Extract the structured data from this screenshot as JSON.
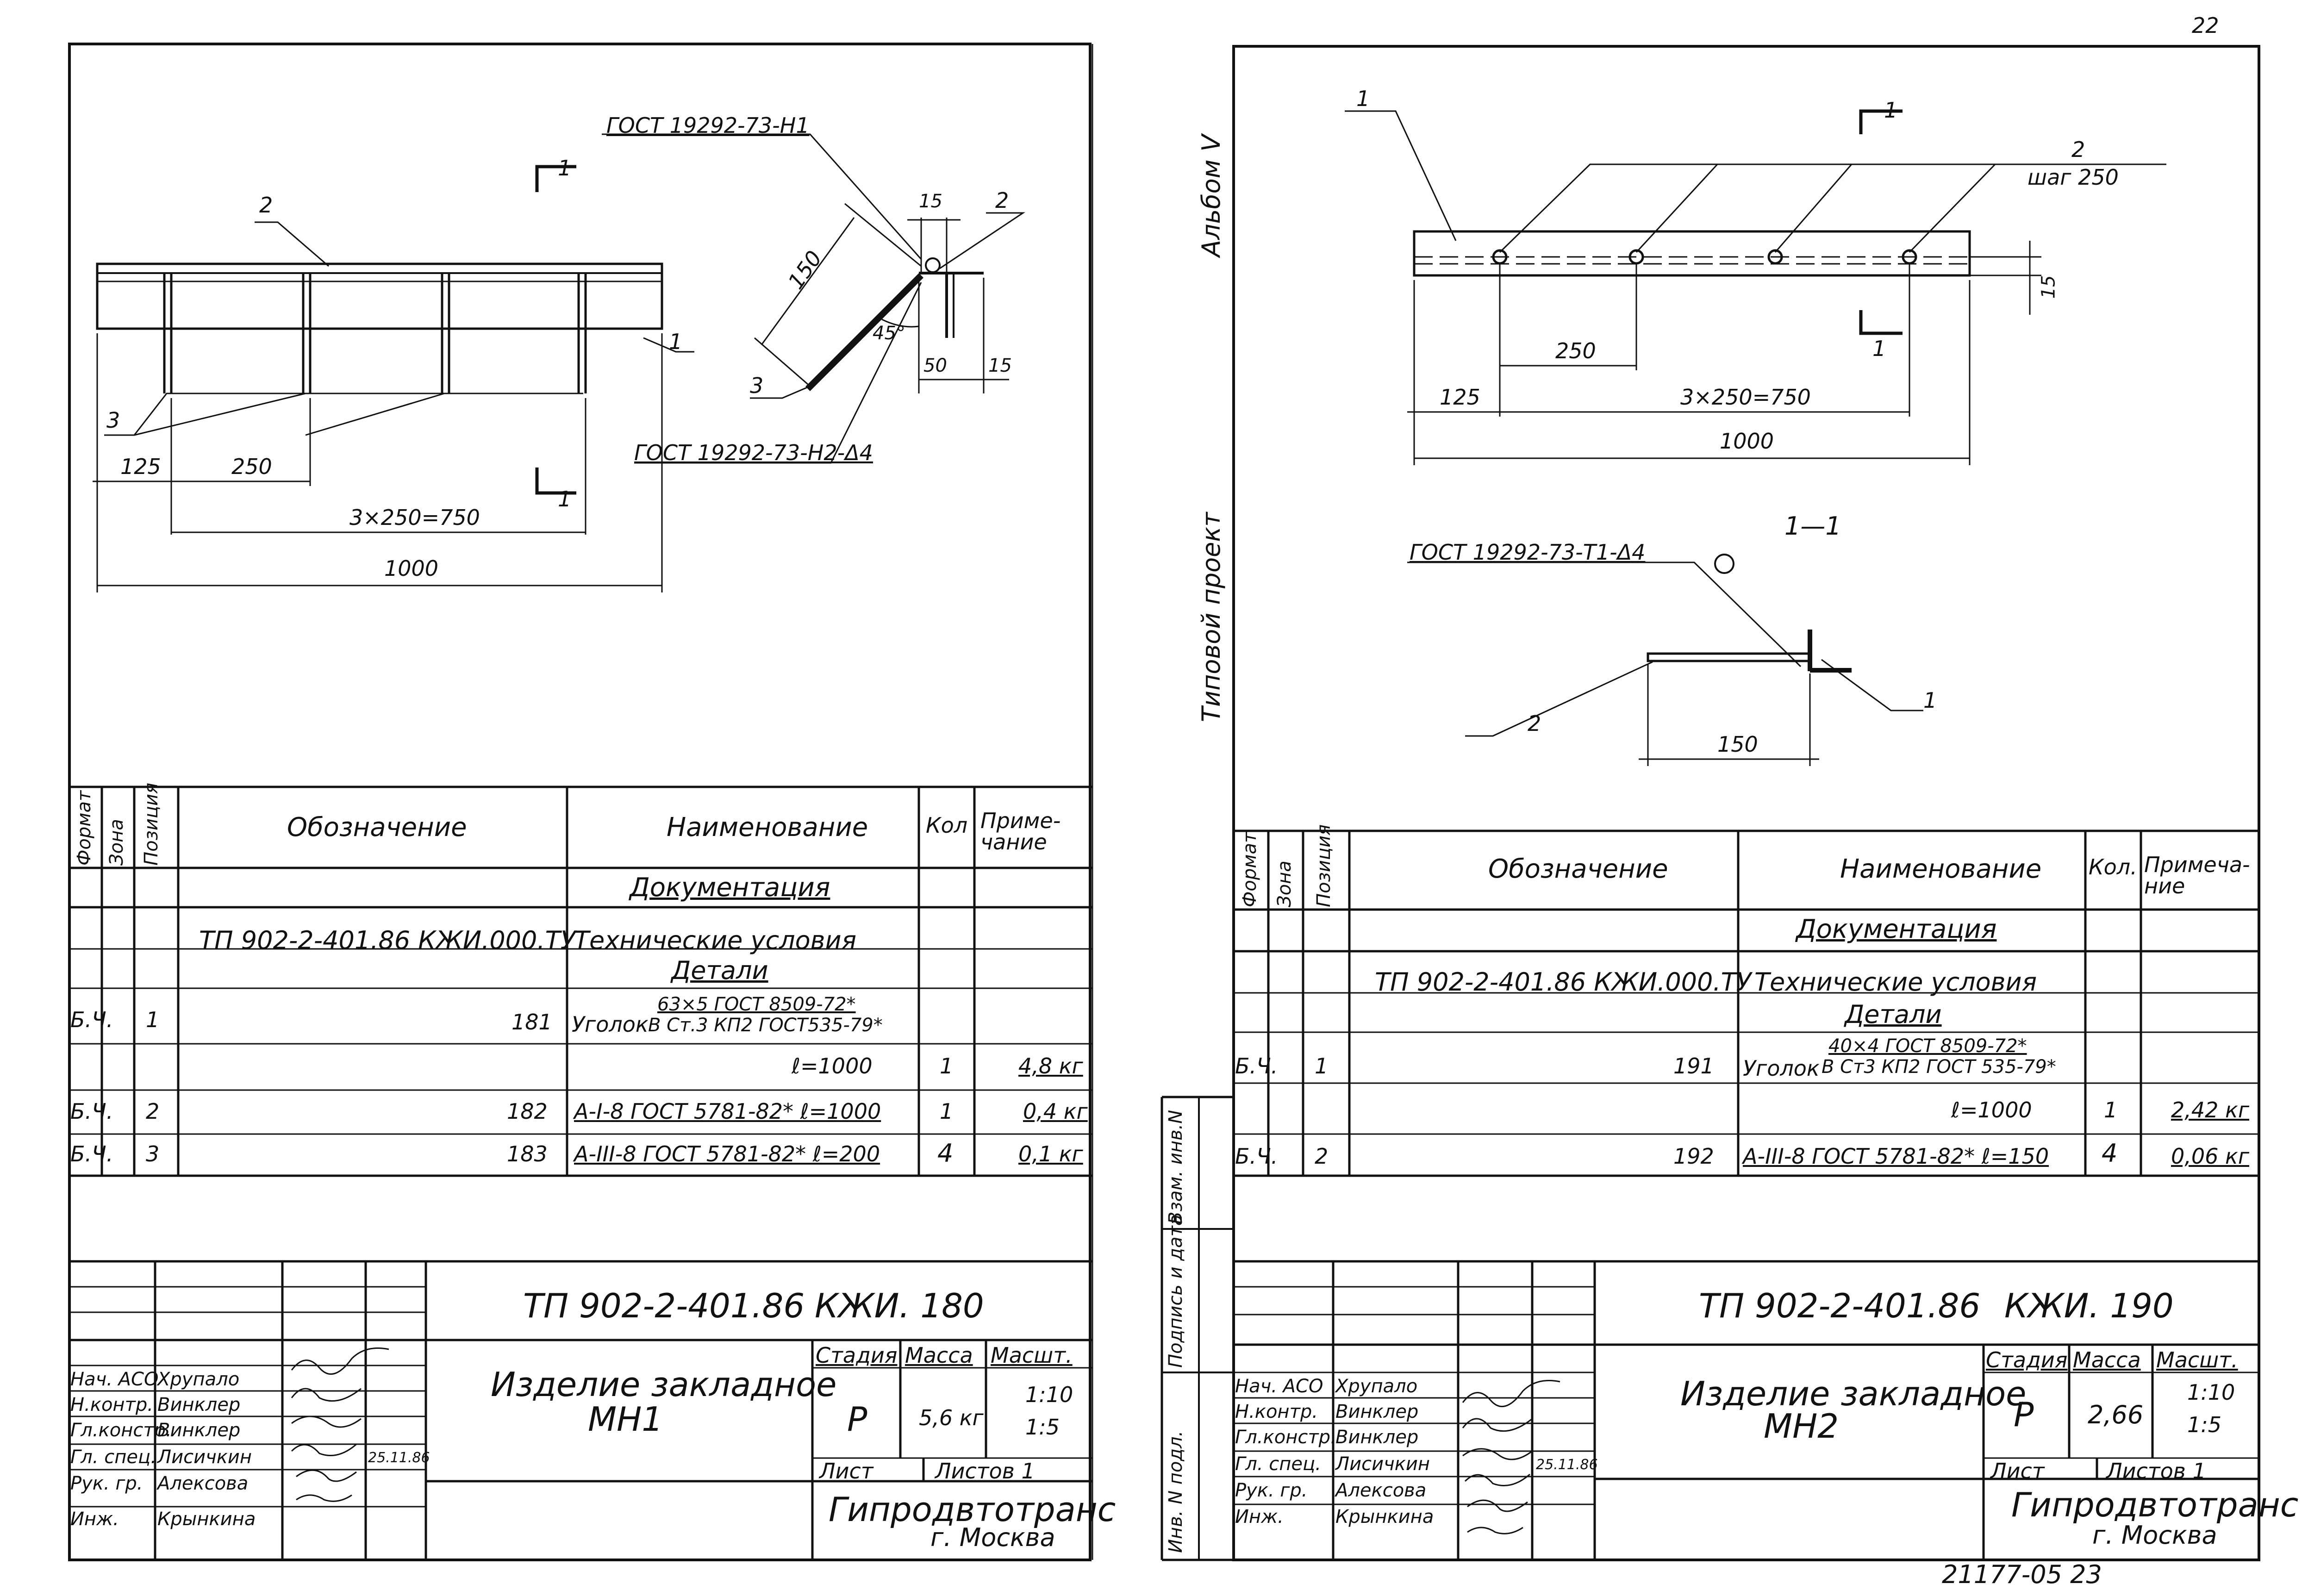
{
  "page_number": "22",
  "footer_code": "21177-05 23",
  "album_label": "Альбом V",
  "project_label": "Типовой проект",
  "left": {
    "section_marker": "1",
    "gost_top": "ГОСТ 19292-73-Н1",
    "gost_bottom": "ГОСТ 19292-73-Н2-Δ4",
    "callouts": {
      "p1": "1",
      "p2": "2",
      "p3": "3",
      "p2b": "2"
    },
    "dims": {
      "d125": "125",
      "d250": "250",
      "d3x250": "3×250=750",
      "d1000": "1000",
      "d150": "150",
      "d15a": "15",
      "d45": "45°",
      "d50": "50",
      "d15b": "15"
    },
    "table": {
      "headers": {
        "format": "Формат",
        "zone": "Зона",
        "pos": "Позиция",
        "designation": "Обозначение",
        "name": "Наименование",
        "qty": "Кол",
        "note": "Приме-чание"
      },
      "sec_docs": "Документация",
      "tu_code": "ТП 902-2-401.86 КЖИ.000.ТУ",
      "tu_name": "Технические условия",
      "sec_parts": "Детали",
      "rows": [
        {
          "format": "Б.Ч.",
          "pos": "1",
          "designation": "181",
          "name": "Уголок",
          "spec_top": "63×5 ГОСТ 8509-72*",
          "spec_bottom": "В Ст.3 КП2 ГОСТ535-79*",
          "len": "ℓ=1000",
          "qty": "1",
          "note": "4,8 кг"
        },
        {
          "format": "Б.Ч.",
          "pos": "2",
          "designation": "182",
          "name": "А-I-8 ГОСТ 5781-82* ℓ=1000",
          "qty": "1",
          "note": "0,4 кг"
        },
        {
          "format": "Б.Ч.",
          "pos": "3",
          "designation": "183",
          "name": "А-III-8 ГОСТ 5781-82* ℓ=200",
          "qty": "4",
          "note": "0,1 кг"
        }
      ]
    },
    "stamp": {
      "code": "ТП 902-2-401.86",
      "mark": "КЖИ. 180",
      "title": "Изделие закладное",
      "title2": "МН1",
      "stage_label": "Стадия",
      "mass_label": "Масса",
      "scale_label": "Масшт.",
      "stage": "Р",
      "mass": "5,6 кг",
      "scale1": "1:10",
      "scale2": "1:5",
      "sheet_label": "Лист",
      "sheets_label": "Листов 1",
      "org": "Гипродвтотранс",
      "city": "г. Москва",
      "people": [
        {
          "role": "Нач. АСО",
          "name": "Хрупало"
        },
        {
          "role": "Н.контр.",
          "name": "Винклер"
        },
        {
          "role": "Гл.констр.",
          "name": "Винклер"
        },
        {
          "role": "Гл. спец.",
          "name": "Лисичкин"
        },
        {
          "role": "Рук. гр.",
          "name": "Алексова"
        },
        {
          "role": "Инж.",
          "name": "Крынкина"
        }
      ],
      "date": "25.11.86"
    }
  },
  "right": {
    "section_marker": "1",
    "section_title": "1—1",
    "gost": "ГОСТ 19292-73-Т1-Δ4",
    "callouts": {
      "p1": "1",
      "p2": "2",
      "step": "шаг 250",
      "p2s": "2",
      "p1s": "1"
    },
    "dims": {
      "d15": "15",
      "d250": "250",
      "d125": "125",
      "d3x250": "3×250=750",
      "d1000": "1000",
      "d150": "150"
    },
    "side_stamp": {
      "inv": "Инв. N подл.",
      "sign": "Подпись и дата",
      "vz": "Взам. инв.N"
    },
    "table": {
      "headers": {
        "format": "Формат",
        "zone": "Зона",
        "pos": "Позиция",
        "designation": "Обозначение",
        "name": "Наименование",
        "qty": "Кол.",
        "note": "Примеча-ние"
      },
      "sec_docs": "Документация",
      "tu_code": "ТП 902-2-401.86 КЖИ.000.ТУ",
      "tu_name": "Технические условия",
      "sec_parts": "Детали",
      "rows": [
        {
          "format": "Б.Ч.",
          "pos": "1",
          "designation": "191",
          "name": "Уголок",
          "spec_top": "40×4 ГОСТ 8509-72*",
          "spec_bottom": "В Ст3 КП2 ГОСТ 535-79*",
          "len": "ℓ=1000",
          "qty": "1",
          "note": "2,42 кг"
        },
        {
          "format": "Б.Ч.",
          "pos": "2",
          "designation": "192",
          "name": "А-III-8 ГОСТ 5781-82* ℓ=150",
          "qty": "4",
          "note": "0,06 кг"
        }
      ]
    },
    "stamp": {
      "code": "ТП 902-2-401.86",
      "mark": "КЖИ. 190",
      "title": "Изделие закладное",
      "title2": "МН2",
      "stage_label": "Стадия",
      "mass_label": "Масса",
      "scale_label": "Масшт.",
      "stage": "Р",
      "mass": "2,66",
      "scale1": "1:10",
      "scale2": "1:5",
      "sheet_label": "Лист",
      "sheets_label": "Листов 1",
      "org": "Гипродвтотранс",
      "city": "г. Москва",
      "people": [
        {
          "role": "Нач. АСО",
          "name": "Хрупало"
        },
        {
          "role": "Н.контр.",
          "name": "Винклер"
        },
        {
          "role": "Гл.констр.",
          "name": "Винклер"
        },
        {
          "role": "Гл. спец.",
          "name": "Лисичкин"
        },
        {
          "role": "Рук. гр.",
          "name": "Алексова"
        },
        {
          "role": "Инж.",
          "name": "Крынкина"
        }
      ],
      "date": "25.11.86"
    }
  }
}
